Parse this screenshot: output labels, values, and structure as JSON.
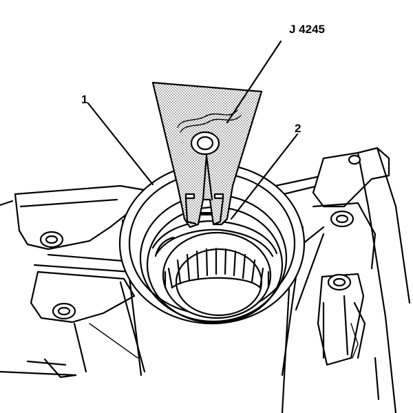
{
  "labels": {
    "tool": "J 4245",
    "part_1": "1",
    "part_2": "2"
  },
  "colors": {
    "line": "#000000",
    "background": "#ffffff",
    "stipple": "#000000"
  }
}
